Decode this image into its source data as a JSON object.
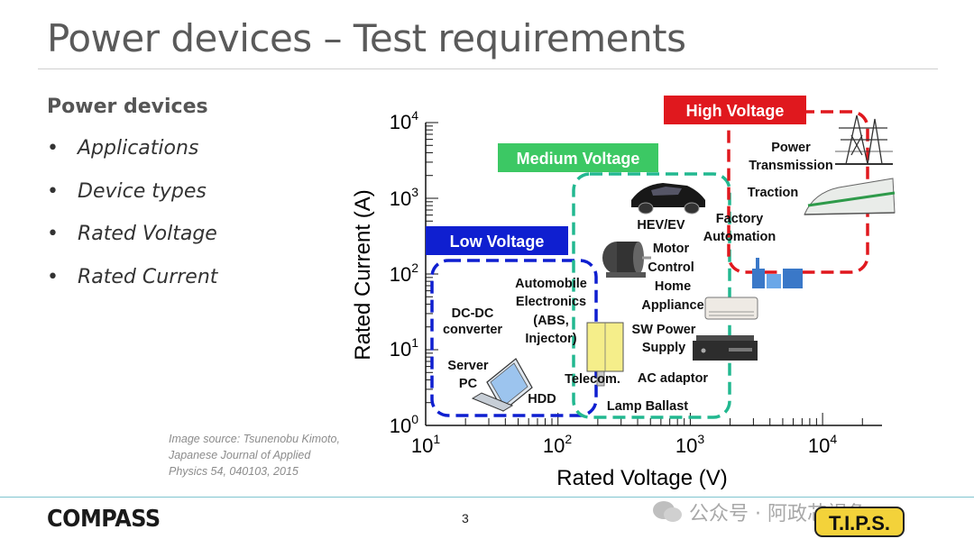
{
  "slide": {
    "title": "Power devices – Test requirements",
    "subheading": "Power devices",
    "bullets": [
      "Applications",
      "Device types",
      "Rated Voltage",
      "Rated Current"
    ],
    "source_lines": [
      "Image source: Tsunenobu Kimoto,",
      "Japanese Journal of Applied",
      "Physics 54, 040103, 2015"
    ],
    "page_number": "3",
    "logo_text": "COMPASS",
    "watermark_text": "公众号 · 阿政芯视角",
    "tips_logo_text": "T.I.P.S."
  },
  "diagram": {
    "y_axis_label": "Rated Current (A)",
    "x_axis_label": "Rated Voltage (V)",
    "y_ticks": [
      {
        "base": "10",
        "exp": "0"
      },
      {
        "base": "10",
        "exp": "1"
      },
      {
        "base": "10",
        "exp": "2"
      },
      {
        "base": "10",
        "exp": "3"
      },
      {
        "base": "10",
        "exp": "4"
      }
    ],
    "x_ticks": [
      {
        "base": "10",
        "exp": "1"
      },
      {
        "base": "10",
        "exp": "2"
      },
      {
        "base": "10",
        "exp": "3"
      },
      {
        "base": "10",
        "exp": "4"
      }
    ],
    "regions": {
      "low": {
        "label": "Low Voltage",
        "color": "#0f1fd0"
      },
      "medium": {
        "label": "Medium Voltage",
        "color": "#3cc864"
      },
      "high": {
        "label": "High Voltage",
        "color": "#e0181e"
      }
    },
    "applications": {
      "dcdc_1": "DC-DC",
      "dcdc_2": "converter",
      "server_1": "Server",
      "server_2": "PC",
      "hdd": "HDD",
      "auto_1": "Automobile",
      "auto_2": "Electronics",
      "auto_3": "(ABS,",
      "auto_4": "Injector)",
      "telecom": "Telecom.",
      "lamp": "Lamp Ballast",
      "hev": "HEV/EV",
      "motor_1": "Motor",
      "motor_2": "Control",
      "home_1": "Home",
      "home_2": "Appliance",
      "sw_1": "SW Power",
      "sw_2": "Supply",
      "ac": "AC adaptor",
      "factory_1": "Factory",
      "factory_2": "Automation",
      "traction": "Traction",
      "power_1": "Power",
      "power_2": "Transmission"
    }
  }
}
